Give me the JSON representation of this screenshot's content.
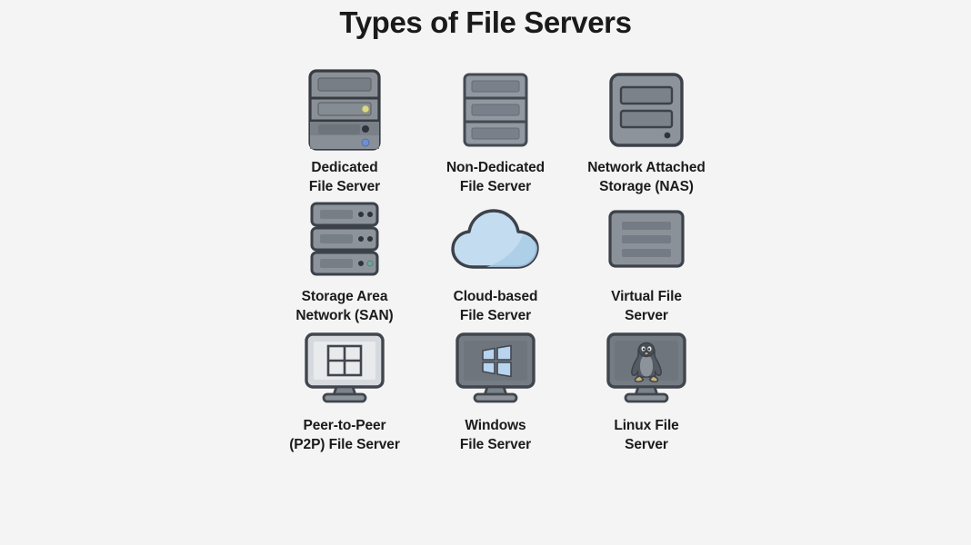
{
  "page": {
    "title": "Types of File Servers",
    "background_color": "#f4f4f4",
    "text_color": "#1b1b1b"
  },
  "palette": {
    "outline": "#373c43",
    "body_mid": "#8b9097",
    "body_light": "#9aa0a6",
    "bar_dark": "#6e747c",
    "bar_mid": "#7d838b",
    "screen_dark": "#6b7179",
    "screen_light": "#e8eaec",
    "cloud_fill": "#c3dcef",
    "cloud_shade": "#aacde6",
    "led_yellow": "#d9d98a",
    "led_blue": "#6f8fd0",
    "led_dark": "#2f343a",
    "led_teal": "#6fa699",
    "windows_logo": "#b8d4ee"
  },
  "items": [
    {
      "icon": "dedicated-server-icon",
      "label": "Dedicated\nFile Server",
      "row": 1,
      "col": 1
    },
    {
      "icon": "non-dedicated-server-icon",
      "label": "Non-Dedicated\nFile Server",
      "row": 1,
      "col": 2
    },
    {
      "icon": "nas-icon",
      "label": "Network Attached\nStorage (NAS)",
      "row": 1,
      "col": 3
    },
    {
      "icon": "san-rack-icon",
      "label": "Storage Area\nNetwork (SAN)",
      "row": 2,
      "col": 1
    },
    {
      "icon": "cloud-icon",
      "label": "Cloud-based\nFile Server",
      "row": 2,
      "col": 2
    },
    {
      "icon": "virtual-server-icon",
      "label": "Virtual File\nServer",
      "row": 2,
      "col": 3
    },
    {
      "icon": "monitor-grid-icon",
      "label": "Peer-to-Peer\n(P2P) File Server",
      "row": 3,
      "col": 1
    },
    {
      "icon": "windows-monitor-icon",
      "label": "Windows\nFile Server",
      "row": 3,
      "col": 2
    },
    {
      "icon": "linux-penguin-monitor-icon",
      "label": "Linux File\nServer",
      "row": 3,
      "col": 3
    }
  ]
}
